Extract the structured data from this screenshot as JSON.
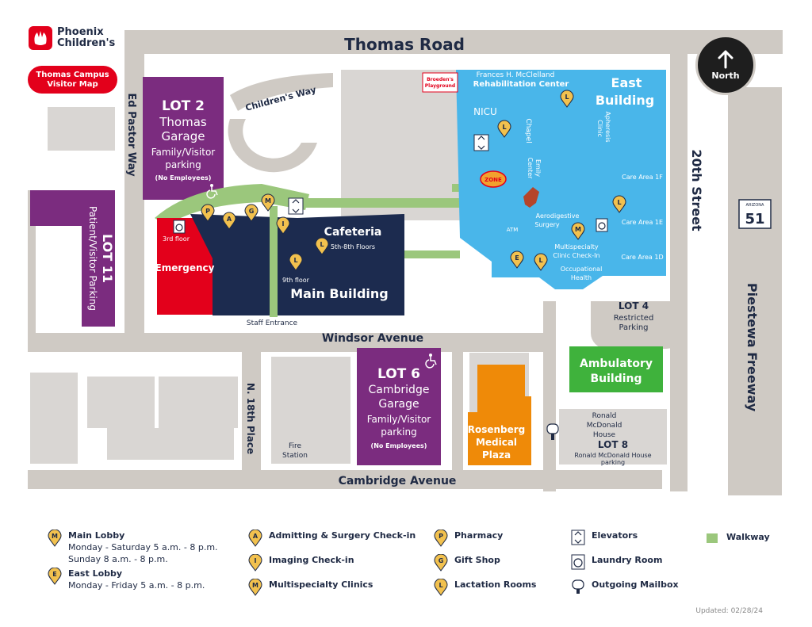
{
  "brand": {
    "name_line1": "Phoenix",
    "name_line2": "Children's",
    "badge": "Thomas Campus Visitor Map",
    "badge_line1": "Thomas Campus",
    "badge_line2": "Visitor Map"
  },
  "compass": {
    "label": "North"
  },
  "streets": {
    "thomas": "Thomas Road",
    "windsor": "Windsor Avenue",
    "cambridge": "Cambridge Avenue",
    "ed_pastor": "Ed Pastor Way",
    "twentieth": "20th Street",
    "eighteenth": "N. 18th Place",
    "childrens_way": "Children's Way",
    "piestewa": "Piestewa Freeway"
  },
  "highway_shield": {
    "state": "ARIZONA",
    "number": "51"
  },
  "buildings": {
    "lot2": {
      "title": "LOT 2",
      "name1": "Thomas",
      "name2": "Garage",
      "desc1": "Family/Visitor",
      "desc2": "parking",
      "note": "(No Employees)"
    },
    "lot11": {
      "title": "LOT 11",
      "desc": "Patient/Visitor Parking"
    },
    "lot6": {
      "title": "LOT 6",
      "name1": "Cambridge",
      "name2": "Garage",
      "desc1": "Family/Visitor",
      "desc2": "parking",
      "note": "(No Employees)"
    },
    "lot4": {
      "title": "LOT 4",
      "desc1": "Restricted",
      "desc2": "Parking"
    },
    "lot8": {
      "title": "LOT 8",
      "desc1": "Ronald McDonald House",
      "desc2": "parking"
    },
    "ronald": {
      "line1": "Ronald",
      "line2": "McDonald",
      "line3": "House"
    },
    "emergency": "Emergency",
    "third_floor": "3rd floor",
    "cafeteria": "Cafeteria",
    "floors_5_8": "5th-8th Floors",
    "ninth_floor": "9th floor",
    "main_building": "Main Building",
    "staff_entrance": "Staff Entrance",
    "east1": "East",
    "east2": "Building",
    "nicu": "NICU",
    "chapel": "Chapel",
    "emily1": "Emily",
    "emily2": "Center",
    "apheresis1": "Apheresis",
    "apheresis2": "Clinic",
    "care1f": "Care Area 1F",
    "care1e": "Care Area 1E",
    "care1d": "Care Area 1D",
    "aero1": "Aerodigestive",
    "aero2": "Surgery",
    "atm": "ATM",
    "multi1": "Multispecialty",
    "multi2": "Clinic Check-In",
    "occ1": "Occupational",
    "occ2": "Health",
    "rehab1": "Frances H. McClelland",
    "rehab2": "Rehabilitation Center",
    "playground1": "Broeden's",
    "playground2": "Playground",
    "zone": "ZONE",
    "ambulatory1": "Ambulatory",
    "ambulatory2": "Building",
    "rosenberg1": "Rosenberg",
    "rosenberg2": "Medical",
    "rosenberg3": "Plaza",
    "fire1": "Fire",
    "fire2": "Station"
  },
  "markers": {
    "P": "P",
    "A": "A",
    "G": "G",
    "M": "M",
    "I": "I",
    "L": "L",
    "E": "E"
  },
  "legend": {
    "main_lobby": {
      "letter": "M",
      "title": "Main Lobby",
      "hours1": "Monday - Saturday 5 a.m. - 8 p.m.",
      "hours2": "Sunday 8 a.m. - 8 p.m."
    },
    "east_lobby": {
      "letter": "E",
      "title": "East Lobby",
      "hours1": "Monday - Friday  5 a.m. -  8 p.m."
    },
    "admitting": {
      "letter": "A",
      "title": "Admitting & Surgery Check-in"
    },
    "imaging": {
      "letter": "I",
      "title": "Imaging Check-in"
    },
    "multispecialty": {
      "letter": "M",
      "title": "Multispecialty Clinics"
    },
    "pharmacy": {
      "letter": "P",
      "title": "Pharmacy"
    },
    "gift": {
      "letter": "G",
      "title": "Gift Shop"
    },
    "lactation": {
      "letter": "L",
      "title": "Lactation Rooms"
    },
    "elevators": {
      "title": "Elevators"
    },
    "laundry": {
      "title": "Laundry Room"
    },
    "mailbox": {
      "title": "Outgoing Mailbox"
    },
    "walkway": {
      "title": "Walkway"
    }
  },
  "updated": "Updated: 02/28/24",
  "colors": {
    "road": "#cfcac4",
    "purple": "#7b2c7f",
    "navy": "#1c2b4f",
    "red": "#e3001b",
    "blue": "#49b6ea",
    "green_walk": "#9bc77c",
    "ambulatory": "#3fb23c",
    "orange": "#ef8a08",
    "pin": "#f2c14e",
    "grey_light": "#d9d6d3"
  }
}
